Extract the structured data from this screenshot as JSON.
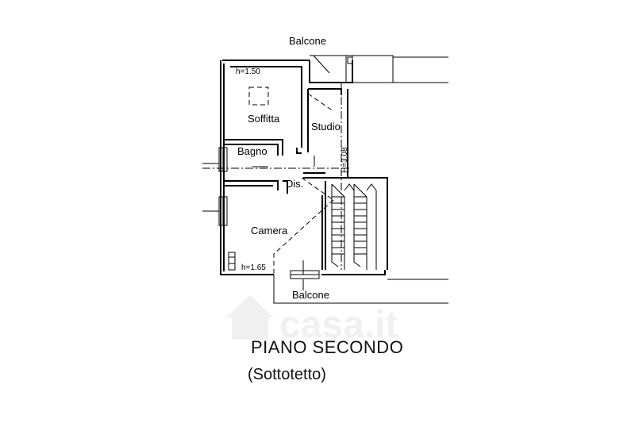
{
  "rooms": {
    "balcone_top": "Balcone",
    "soffitta": "Soffitta",
    "studio": "Studio",
    "bagno": "Bagno",
    "dis": "Dis.",
    "camera": "Camera",
    "balcone_bottom": "Balcone"
  },
  "heights": {
    "soffitta": "h=1.50",
    "camera": "h=1.65",
    "corridor": "H=3.08"
  },
  "watermark": "casa.it",
  "title": "PIANO SECONDO",
  "subtitle": "(Sottotetto)"
}
